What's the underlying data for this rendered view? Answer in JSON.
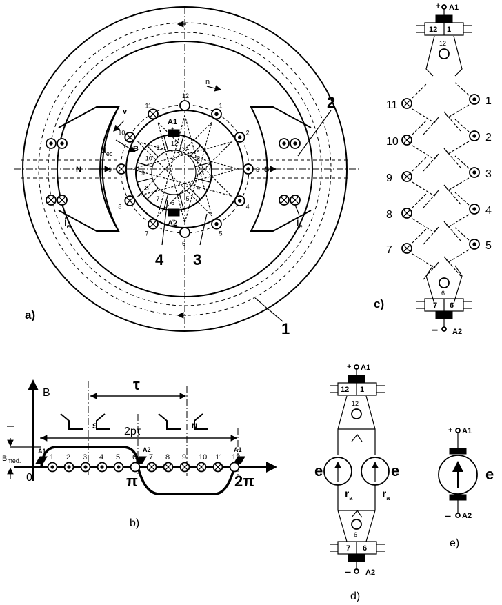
{
  "a": {
    "label": "a)",
    "pole_n": "N",
    "pole_s": "S",
    "rotation": "n",
    "voltage": "u",
    "voltage_sub": "ec",
    "velocity": "v",
    "field": "B",
    "exc_current": "i",
    "exc_sub": "e",
    "brush_top": "A1",
    "brush_bottom": "A2",
    "callouts": [
      "1",
      "2",
      "3",
      "4"
    ],
    "conductors": [
      "1",
      "2",
      "3",
      "4",
      "5",
      "6",
      "7",
      "8",
      "9",
      "10",
      "11",
      "12"
    ]
  },
  "b": {
    "label": "b)",
    "axis_y": "B",
    "tau": "τ",
    "two_p_tau": "2pτ",
    "b_med": "B",
    "b_med_sub": "med.",
    "origin": "0",
    "pi": "π",
    "two_pi": "2π",
    "pole_s": "S",
    "pole_n": "N",
    "brushes": [
      "A1",
      "A2",
      "A1"
    ],
    "conductors": [
      "1",
      "2",
      "3",
      "4",
      "5",
      "6",
      "7",
      "8",
      "9",
      "10",
      "11",
      "12"
    ]
  },
  "c": {
    "label": "c)",
    "top": "A1",
    "bottom": "A2",
    "plus": "+",
    "minus": "−",
    "left": [
      "11",
      "10",
      "9",
      "8",
      "7"
    ],
    "right": [
      "1",
      "2",
      "3",
      "4",
      "5"
    ],
    "seg_top": [
      "12",
      "1"
    ],
    "seg_bottom": [
      "7",
      "6"
    ],
    "node_top": "12",
    "node_bottom": "6"
  },
  "d": {
    "label": "d)",
    "top": "A1",
    "bottom": "A2",
    "plus": "+",
    "minus": "−",
    "emf": "e",
    "resistance": "r",
    "resistance_sub": "a",
    "seg_top": [
      "12",
      "1"
    ],
    "seg_bottom": [
      "7",
      "6"
    ],
    "node_top": "12",
    "node_bottom": "6"
  },
  "e": {
    "label": "e)",
    "top": "A1",
    "bottom": "A2",
    "plus": "+",
    "minus": "−",
    "emf": "e"
  }
}
